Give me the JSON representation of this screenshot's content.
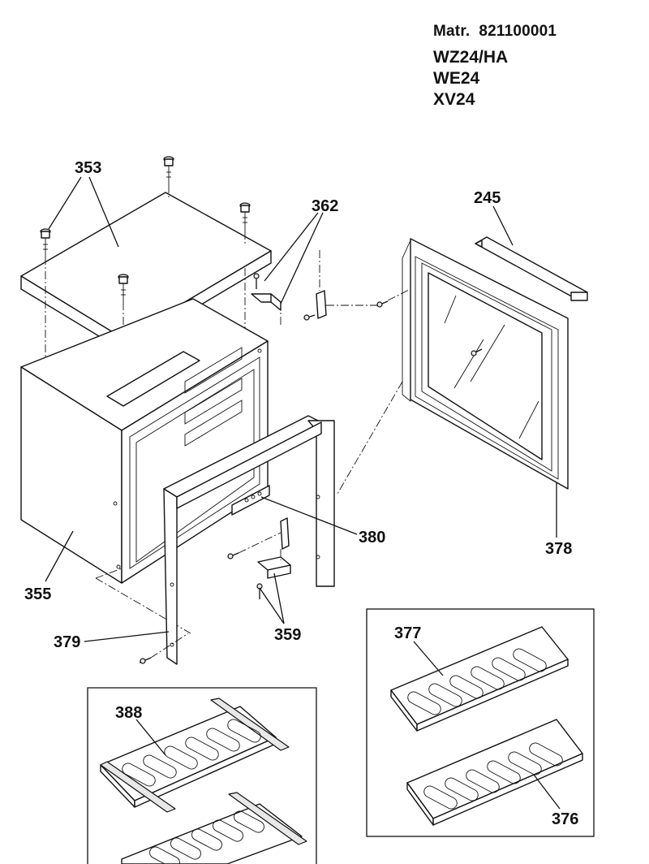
{
  "header": {
    "material_label": "Matr.",
    "material_number": "821100001",
    "models": [
      "WZ24/HA",
      "WE24",
      "XV24"
    ]
  },
  "callouts": {
    "top_cover": "353",
    "hinge_top": "362",
    "door_handle": "245",
    "cabinet": "355",
    "hinge_bottom_label": "380",
    "door": "378",
    "front_frame": "379",
    "hinge_bottom": "359",
    "shelf_377": "377",
    "shelf_376": "376",
    "sliding_shelf": "388"
  }
}
